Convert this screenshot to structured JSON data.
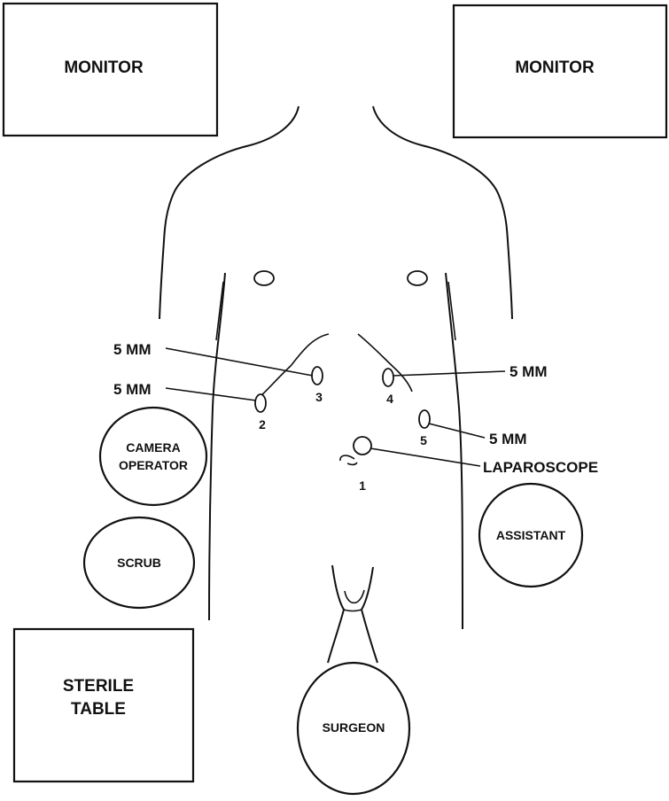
{
  "boxes": {
    "monitor_left": {
      "line1": "MONITOR"
    },
    "monitor_right": {
      "line1": "MONITOR"
    },
    "sterile_table": {
      "line1": "STERILE",
      "line2": "TABLE"
    }
  },
  "personnel": {
    "camera_operator": {
      "line1": "CAMERA",
      "line2": "OPERATOR"
    },
    "scrub": {
      "line1": "SCRUB"
    },
    "assistant": {
      "line1": "ASSISTANT"
    },
    "surgeon": {
      "line1": "SURGEON"
    }
  },
  "ports": [
    {
      "number": "1",
      "label": "LAPAROSCOPE"
    },
    {
      "number": "2",
      "label": "5 MM"
    },
    {
      "number": "3",
      "label": "5 MM"
    },
    {
      "number": "4",
      "label": "5 MM"
    },
    {
      "number": "5",
      "label": "5 MM"
    }
  ]
}
